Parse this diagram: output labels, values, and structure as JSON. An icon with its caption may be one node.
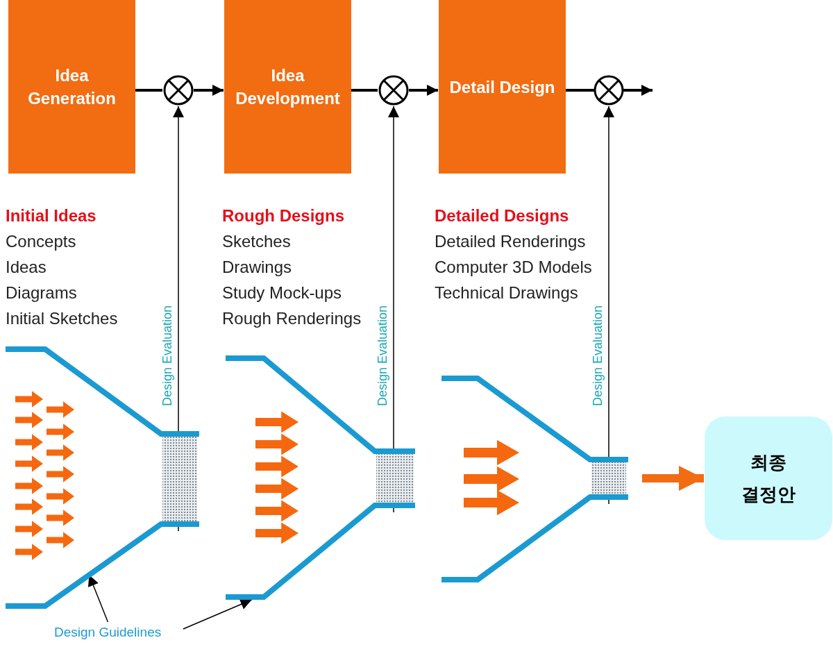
{
  "diagram": {
    "nodes": [
      {
        "text": [
          "Idea Generation"
        ]
      },
      {
        "text": [],
        "shape": "circle"
      },
      {
        "text": [
          "Idea Development"
        ]
      },
      {
        "text": [],
        "shape": "circle"
      },
      {
        "text": [
          "Detail Design"
        ]
      },
      {
        "text": [],
        "shape": "circle"
      },
      {
        "text": [],
        "shape": "funnel"
      },
      {
        "text": [],
        "shape": "funnel"
      },
      {
        "text": [],
        "shape": "funnel"
      },
      {
        "text": [
          "최종 결정안"
        ]
      },
      {
        "text": [
          "Design Guidelines"
        ]
      }
    ],
    "edges": [
      {
        "from": 0,
        "to": 1,
        "arrow": "none"
      },
      {
        "from": 1,
        "to": 2,
        "arrow": "to"
      },
      {
        "from": 2,
        "to": 3,
        "arrow": "none"
      },
      {
        "from": 3,
        "to": 4,
        "arrow": "to"
      },
      {
        "from": 4,
        "to": 5,
        "arrow": "none"
      },
      {
        "from": 5,
        "to": null,
        "arrow": "to"
      },
      {
        "from": 6,
        "to": 1,
        "arrow": "to",
        "label": "Design Evaluation"
      },
      {
        "from": 7,
        "to": 3,
        "arrow": "to",
        "label": "Design Evaluation"
      },
      {
        "from": 8,
        "to": 5,
        "arrow": "to",
        "label": "Design Evaluation"
      },
      {
        "from": 8,
        "to": 9,
        "arrow": "to",
        "style": "thick",
        "color": "#f26c12"
      },
      {
        "from": 10,
        "to": 6,
        "arrow": "to"
      },
      {
        "from": 10,
        "to": 7,
        "arrow": "to"
      }
    ],
    "labels": [
      "Initial Ideas",
      "Concepts",
      "Ideas",
      "Diagrams",
      "Initial Sketches",
      "Rough Designs",
      "Sketches",
      "Drawings",
      "Study Mock-ups",
      "Rough Renderings",
      "Detailed Designs",
      "Detailed Renderings",
      "Computer 3D Models",
      "Technical Drawings"
    ]
  }
}
